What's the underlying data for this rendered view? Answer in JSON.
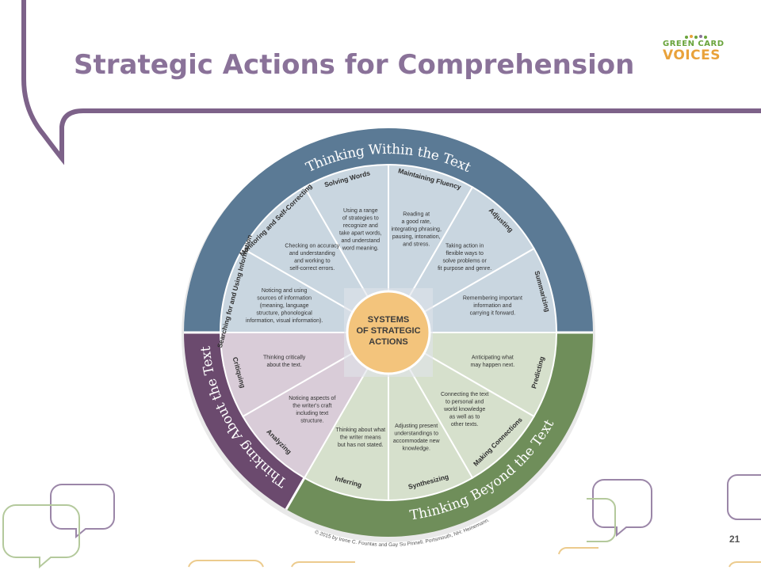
{
  "slide": {
    "title": "Strategic Actions for Comprehension",
    "logo": {
      "line1": "GREEN CARD",
      "line2": "VOICES"
    },
    "page_number": "21"
  },
  "diagram": {
    "center_label": [
      "SYSTEMS",
      "OF STRATEGIC",
      "ACTIONS"
    ],
    "rings": [
      {
        "label": "Thinking Within the Text",
        "color": "#5b7a95"
      },
      {
        "label": "Thinking About the Text",
        "color": "#6b4a6e"
      },
      {
        "label": "Thinking Beyond the Text",
        "color": "#6f8e5a"
      }
    ],
    "sector_colors": {
      "within": "#c9d6e0",
      "about": "#d9ccd8",
      "beyond": "#d6e0cc"
    },
    "center_color": "#f3c47c",
    "segments": [
      {
        "name": "Solving Words",
        "group": "within",
        "description": [
          "Using a range",
          "of strategies to",
          "recognize and",
          "take apart words,",
          "and understand",
          "word meaning."
        ]
      },
      {
        "name": "Maintaining Fluency",
        "group": "within",
        "description": [
          "Reading at",
          "a good rate,",
          "integrating phrasing,",
          "pausing, intonation,",
          "and stress."
        ]
      },
      {
        "name": "Adjusting",
        "group": "within",
        "description": [
          "Taking action in",
          "flexible ways to",
          "solve problems or",
          "fit purpose and genre."
        ]
      },
      {
        "name": "Summarizing",
        "group": "within",
        "description": [
          "Remembering important",
          "information and",
          "carrying it forward."
        ]
      },
      {
        "name": "Predicting",
        "group": "beyond",
        "description": [
          "Anticipating what",
          "may happen next."
        ]
      },
      {
        "name": "Making Connections",
        "group": "beyond",
        "description": [
          "Connecting the text",
          "to personal and",
          "world knowledge",
          "as well as to",
          "other texts."
        ]
      },
      {
        "name": "Synthesizing",
        "group": "beyond",
        "description": [
          "Adjusting present",
          "understandings to",
          "accommodate new",
          "knowledge."
        ]
      },
      {
        "name": "Inferring",
        "group": "beyond",
        "description": [
          "Thinking about what",
          "the writer means",
          "but has not stated."
        ]
      },
      {
        "name": "Analyzing",
        "group": "about",
        "description": [
          "Noticing aspects of",
          "the writer's craft",
          "including text",
          "structure."
        ]
      },
      {
        "name": "Critiquing",
        "group": "about",
        "description": [
          "Thinking critically",
          "about the text."
        ]
      },
      {
        "name": "Searching for and Using Information",
        "group": "within",
        "description": [
          "Noticing and using",
          "sources of information",
          "(meaning, language",
          "structure, phonological",
          "information, visual information)."
        ]
      },
      {
        "name": "Monitoring and Self-Correcting",
        "group": "within",
        "description": [
          "Checking on accuracy",
          "and understanding",
          "and working to",
          "self-correct errors."
        ]
      }
    ],
    "copyright": "© 2015 by Irene C. Fountas and Gay Su Pinnell. Portsmouth, NH: Heinemann."
  }
}
